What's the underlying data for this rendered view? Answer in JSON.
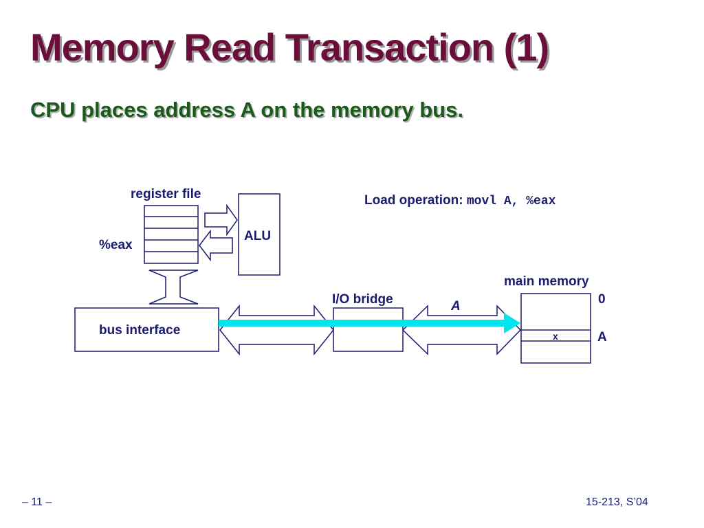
{
  "slide": {
    "title": "Memory Read Transaction (1)",
    "subtitle": "CPU places address A on the memory bus.",
    "page_number": "– 11 –",
    "course": "15-213, S’04"
  },
  "diagram": {
    "register_file_label": "register file",
    "eax_label": "%eax",
    "alu_label": "ALU",
    "bus_interface_label": "bus interface",
    "io_bridge_label": "I/O bridge",
    "main_memory_label": "main memory",
    "addr_zero_label": "0",
    "addr_a_label": "A",
    "cell_value": "x",
    "bus_address_label": "A",
    "load_operation_prefix": "Load operation:",
    "load_operation_code": "movl A, %eax"
  },
  "colors": {
    "title": "#6a0f3a",
    "subtitle": "#1a5a1a",
    "diagram_stroke": "#1a1a6e",
    "address_signal": "#00e5ee"
  }
}
